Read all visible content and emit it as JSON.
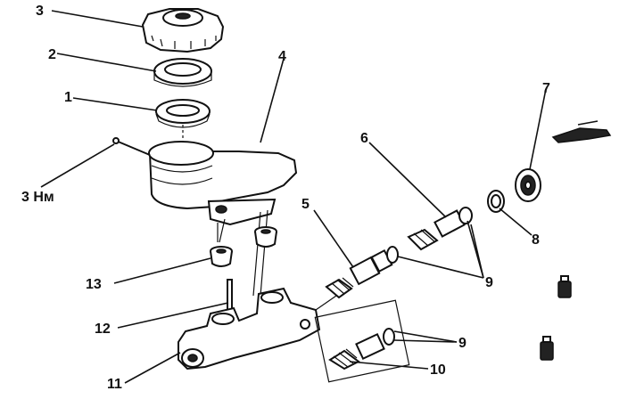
{
  "diagram": {
    "callouts": [
      {
        "id": "c1",
        "text": "1"
      },
      {
        "id": "c2",
        "text": "2"
      },
      {
        "id": "c3",
        "text": "3"
      },
      {
        "id": "c3nm",
        "text": "3 Нм"
      },
      {
        "id": "c4",
        "text": "4"
      },
      {
        "id": "c5",
        "text": "5"
      },
      {
        "id": "c6",
        "text": "6"
      },
      {
        "id": "c7",
        "text": "7"
      },
      {
        "id": "c8",
        "text": "8"
      },
      {
        "id": "c9a",
        "text": "9"
      },
      {
        "id": "c9b",
        "text": "9"
      },
      {
        "id": "c10",
        "text": "10"
      },
      {
        "id": "c11",
        "text": "11"
      },
      {
        "id": "c12",
        "text": "12"
      },
      {
        "id": "c13",
        "text": "13"
      }
    ]
  }
}
